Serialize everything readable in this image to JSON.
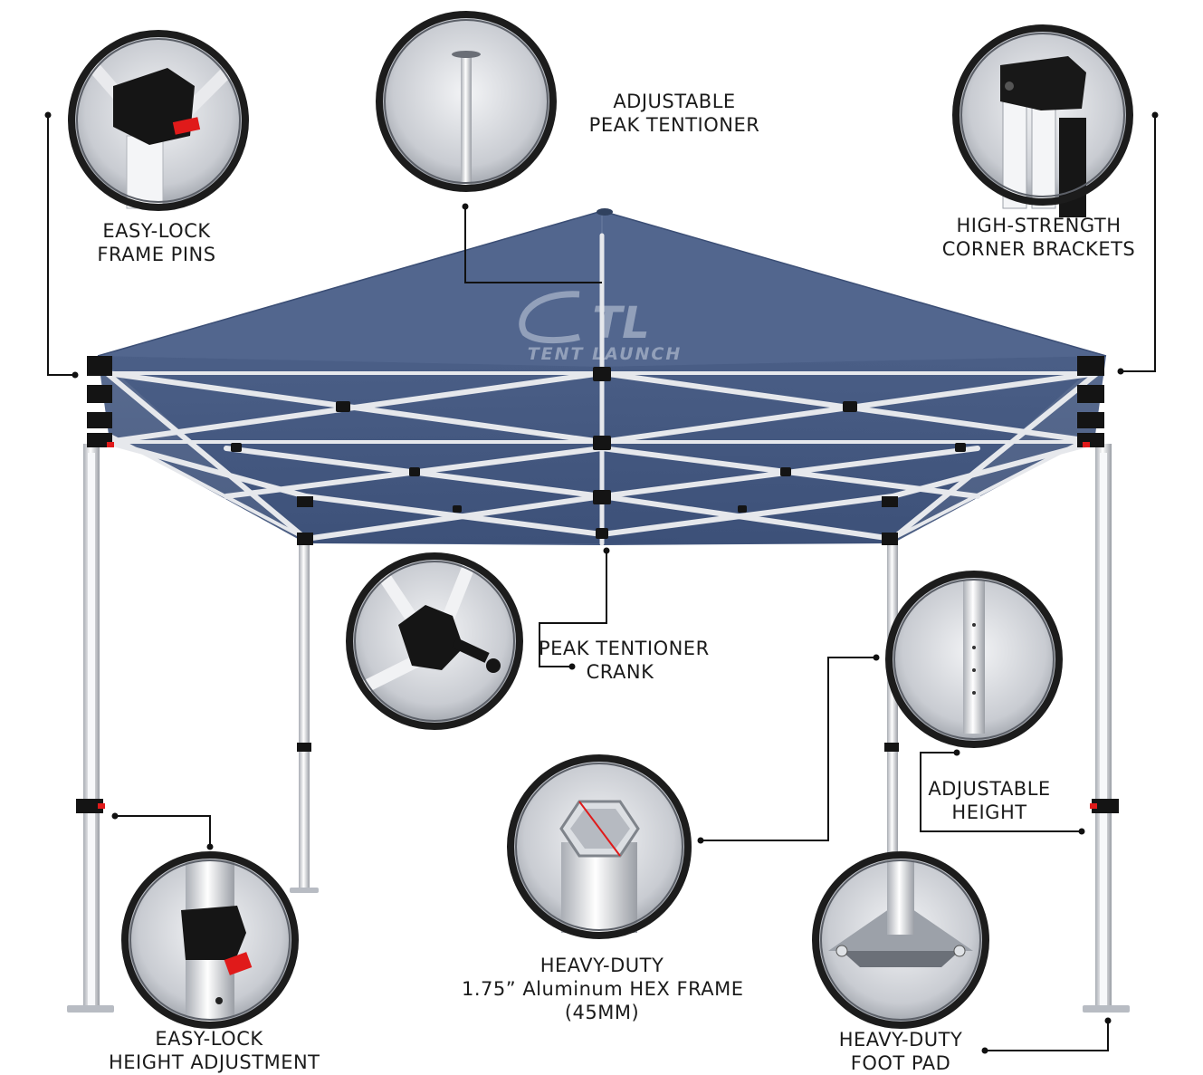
{
  "brand": {
    "logo_text": "TL",
    "logo_name": "TENT LAUNCH",
    "canopy_color": "#4a5e86",
    "frame_color": "#e4e6ea",
    "bracket_color": "#151515",
    "accent_color": "#e01a1a"
  },
  "callouts": [
    {
      "id": "easy-lock-frame-pins",
      "lines": [
        "EASY-LOCK",
        "FRAME PINS"
      ]
    },
    {
      "id": "adjustable-peak-tensioner",
      "lines": [
        "ADJUSTABLE",
        "PEAK TENTIONER"
      ]
    },
    {
      "id": "high-strength-corner-brackets",
      "lines": [
        "HIGH-STRENGTH",
        "CORNER BRACKETS"
      ]
    },
    {
      "id": "peak-tentioner-crank",
      "lines": [
        "PEAK TENTIONER",
        "CRANK"
      ]
    },
    {
      "id": "adjustable-height",
      "lines": [
        "ADJUSTABLE",
        "HEIGHT"
      ]
    },
    {
      "id": "heavy-duty-hex-frame",
      "lines": [
        "HEAVY-DUTY",
        "1.75” Aluminum HEX FRAME",
        "(45MM)"
      ]
    },
    {
      "id": "easy-lock-height-adjustment",
      "lines": [
        "EASY-LOCK",
        "HEIGHT ADJUSTMENT"
      ]
    },
    {
      "id": "heavy-duty-foot-pad",
      "lines": [
        "HEAVY-DUTY",
        "FOOT PAD"
      ]
    }
  ]
}
